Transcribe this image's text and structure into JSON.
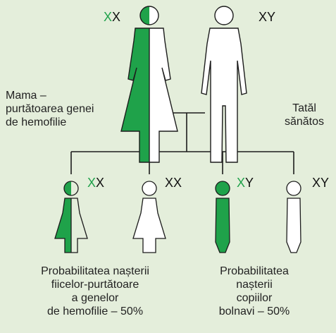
{
  "colors": {
    "background": "#e4eedb",
    "green": "#1fa24a",
    "outline": "#1c1c1c",
    "white": "#ffffff"
  },
  "parents": {
    "mother": {
      "genotype": [
        "X",
        "X"
      ],
      "green_index": 0,
      "label_lines": [
        "Mama –",
        "purtătoarea genei",
        "de hemofilie"
      ]
    },
    "father": {
      "genotype": [
        "X",
        "Y"
      ],
      "green_index": -1,
      "label_lines": [
        "Tatăl",
        "sănătos"
      ]
    }
  },
  "children": [
    {
      "genotype": [
        "X",
        "X"
      ],
      "green_index": 0
    },
    {
      "genotype": [
        "X",
        "X"
      ],
      "green_index": -1
    },
    {
      "genotype": [
        "X",
        "Y"
      ],
      "green_index": 0
    },
    {
      "genotype": [
        "X",
        "Y"
      ],
      "green_index": -1
    }
  ],
  "captions": {
    "daughters": [
      "Probabilitatea nașterii",
      "fiicelor-purtătoare",
      "a genelor",
      "de hemofilie – 50%"
    ],
    "sons": [
      "Probabilitatea",
      "nașterii",
      "copiilor",
      "bolnavi – 50%"
    ]
  }
}
